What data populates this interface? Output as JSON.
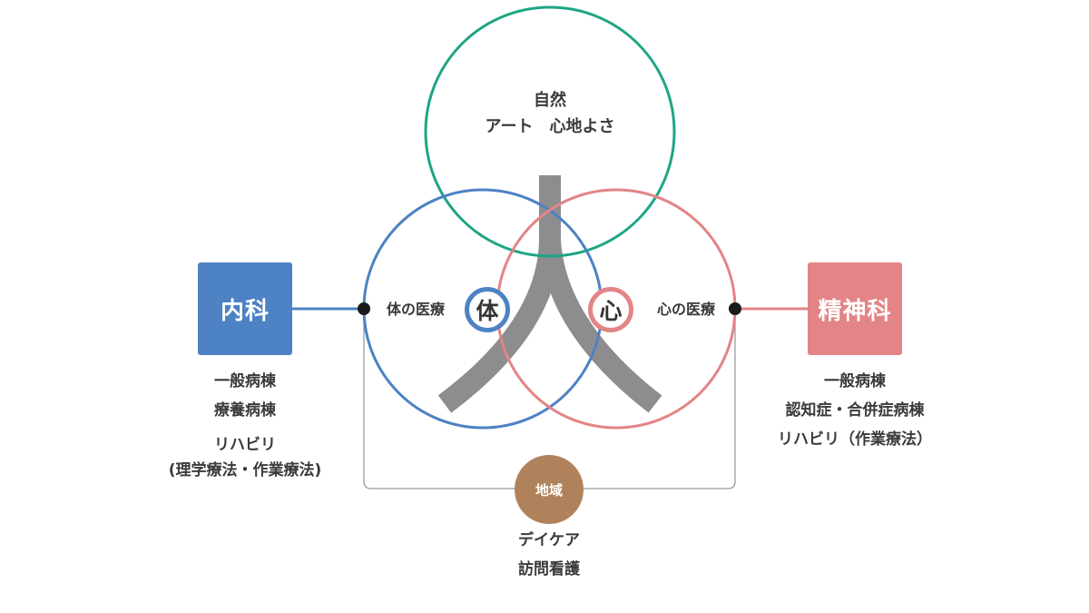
{
  "colors": {
    "green": "#1ea585",
    "blue": "#4d82c4",
    "pink": "#e38486",
    "gray": "#8d8c8f",
    "brown": "#b0825c",
    "connector": "#9a9a9a",
    "dot": "#1a1a1a"
  },
  "top_circle": {
    "line1": "自然",
    "line2": "アート　心地よさ"
  },
  "body_badge": "体",
  "mind_badge": "心",
  "body_care_label": "体の医療",
  "mind_care_label": "心の医療",
  "internal_medicine": {
    "label": "内科",
    "items": [
      "一般病棟",
      "療養病棟",
      "リハビリ",
      "(理学療法・作業療法)"
    ]
  },
  "psychiatry": {
    "label": "精神科",
    "items": [
      "一般病棟",
      "認知症・合併症病棟",
      "リハビリ（作業療法）"
    ]
  },
  "community": {
    "label": "地域",
    "items": [
      "デイケア",
      "訪問看護"
    ]
  }
}
